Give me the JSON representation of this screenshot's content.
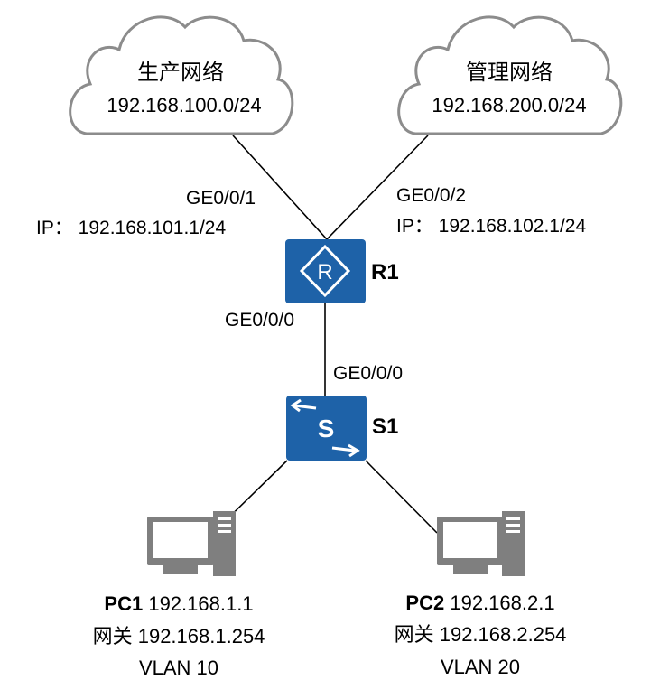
{
  "networks": {
    "production": {
      "name": "生产网络",
      "subnet": "192.168.100.0/24"
    },
    "management": {
      "name": "管理网络",
      "subnet": "192.168.200.0/24"
    }
  },
  "router": {
    "name": "R1",
    "port_prod": "GE0/0/1",
    "ip_prod": "IP： 192.168.101.1/24",
    "port_mgmt": "GE0/0/2",
    "ip_mgmt": "IP： 192.168.102.1/24",
    "port_down": "GE0/0/0",
    "icon_letter": "R"
  },
  "switch": {
    "name": "S1",
    "port_up": "GE0/0/0",
    "icon_letter": "S"
  },
  "pcs": [
    {
      "name": "PC1",
      "ip": "192.168.1.1",
      "gateway_label": "网关",
      "gateway": "192.168.1.254",
      "vlan": "VLAN 10"
    },
    {
      "name": "PC2",
      "ip": "192.168.2.1",
      "gateway_label": "网关",
      "gateway": "192.168.2.254",
      "vlan": "VLAN 20"
    }
  ],
  "colors": {
    "device_blue": "#1E62A8",
    "cloud_stroke": "#8C8C8C",
    "pc_gray": "#7F7F7F",
    "line": "#000000"
  },
  "icons": {
    "router": "router-icon",
    "switch": "switch-icon",
    "cloud": "cloud-icon",
    "pc": "pc-icon"
  }
}
